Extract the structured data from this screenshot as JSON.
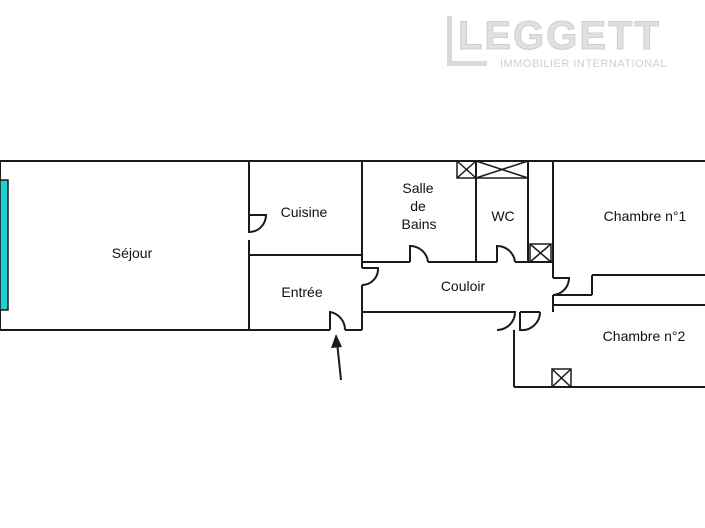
{
  "watermark": {
    "brand": "LEGGETT",
    "tagline": "IMMOBILIER INTERNATIONAL"
  },
  "rooms": {
    "sejour": "Séjour",
    "cuisine": "Cuisine",
    "salle_line1": "Salle",
    "salle_line2": "de",
    "salle_line3": "Bains",
    "wc": "WC",
    "chambre1": "Chambre n°1",
    "entree": "Entrée",
    "couloir": "Couloir",
    "chambre2": "Chambre n°2"
  },
  "colors": {
    "wall": "#1a1a1a",
    "window": "#1ad3d3",
    "watermark": "#d4d4d4"
  }
}
